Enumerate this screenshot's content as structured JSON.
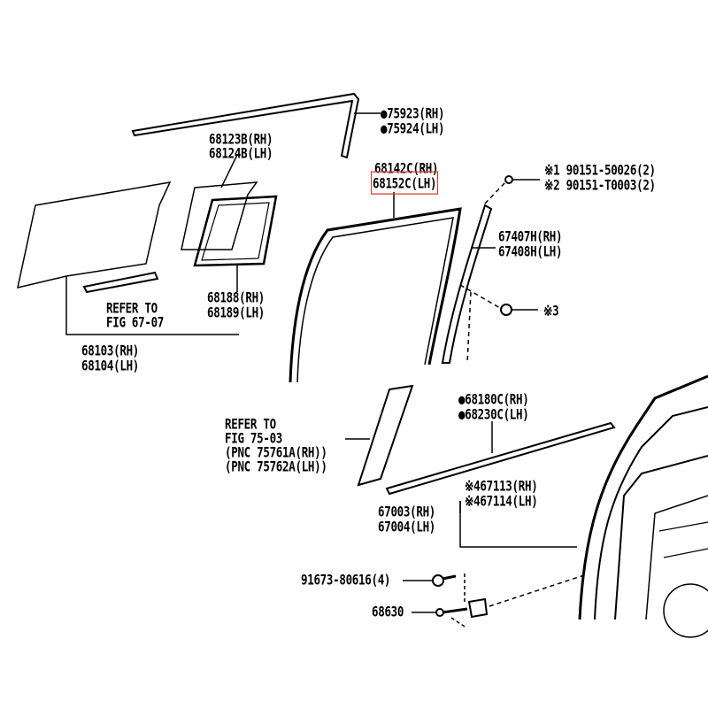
{
  "colors": {
    "ink": "#000000",
    "highlight": "#d9382c",
    "background": "#ffffff"
  },
  "labels": {
    "l75923": "●75923(RH)",
    "l75924": "●75924(LH)",
    "l68123b": "68123B(RH)",
    "l68124b": "68124B(LH)",
    "l68142c": "68142C(RH)",
    "l68152c": "68152C(LH)",
    "s1": "※1 90151-50026(2)",
    "s2": "※2 90151-T0003(2)",
    "l67407h": "67407H(RH)",
    "l67408h": "67408H(LH)",
    "s3": "※3",
    "refer1a": "REFER TO",
    "refer1b": "FIG 67-07",
    "l68188": "68188(RH)",
    "l68189": "68189(LH)",
    "l68103": "68103(RH)",
    "l68104": "68104(LH)",
    "refer2a": "REFER TO",
    "refer2b": "FIG 75-03",
    "refer2c": "(PNC 75761A(RH))",
    "refer2d": "(PNC 75762A(LH))",
    "l68180c": "●68180C(RH)",
    "l68230c": "●68230C(LH)",
    "l67113": "※467113(RH)",
    "l67114": "※467114(LH)",
    "l67003": "67003(RH)",
    "l67004": "67004(LH)",
    "l91673": "91673-80616(4)",
    "l68630": "68630"
  }
}
